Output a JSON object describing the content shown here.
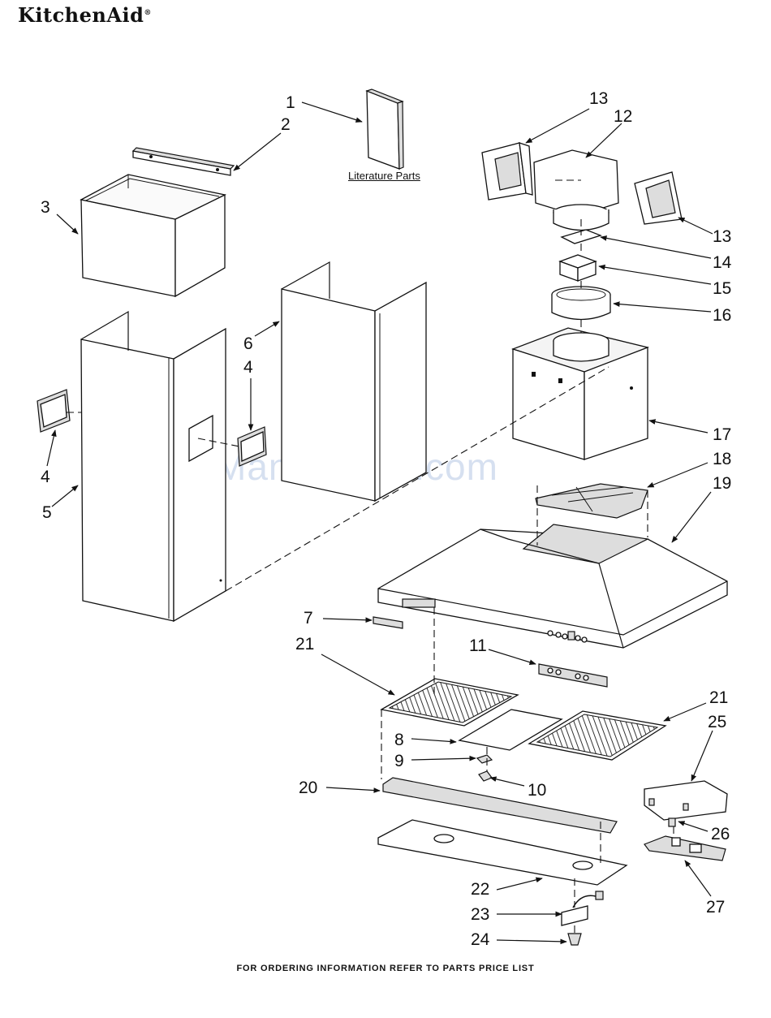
{
  "brand": {
    "name": "KitchenAid",
    "mark": "®"
  },
  "literature_label": "Literature Parts",
  "footer": "FOR ORDERING INFORMATION REFER TO PARTS PRICE LIST",
  "watermark": "ManualsLib.com",
  "callouts": [
    "1",
    "2",
    "3",
    "4",
    "4",
    "5",
    "6",
    "7",
    "8",
    "9",
    "10",
    "11",
    "12",
    "13",
    "13",
    "14",
    "15",
    "16",
    "17",
    "18",
    "19",
    "20",
    "21",
    "21",
    "22",
    "23",
    "24",
    "25",
    "26",
    "27"
  ]
}
